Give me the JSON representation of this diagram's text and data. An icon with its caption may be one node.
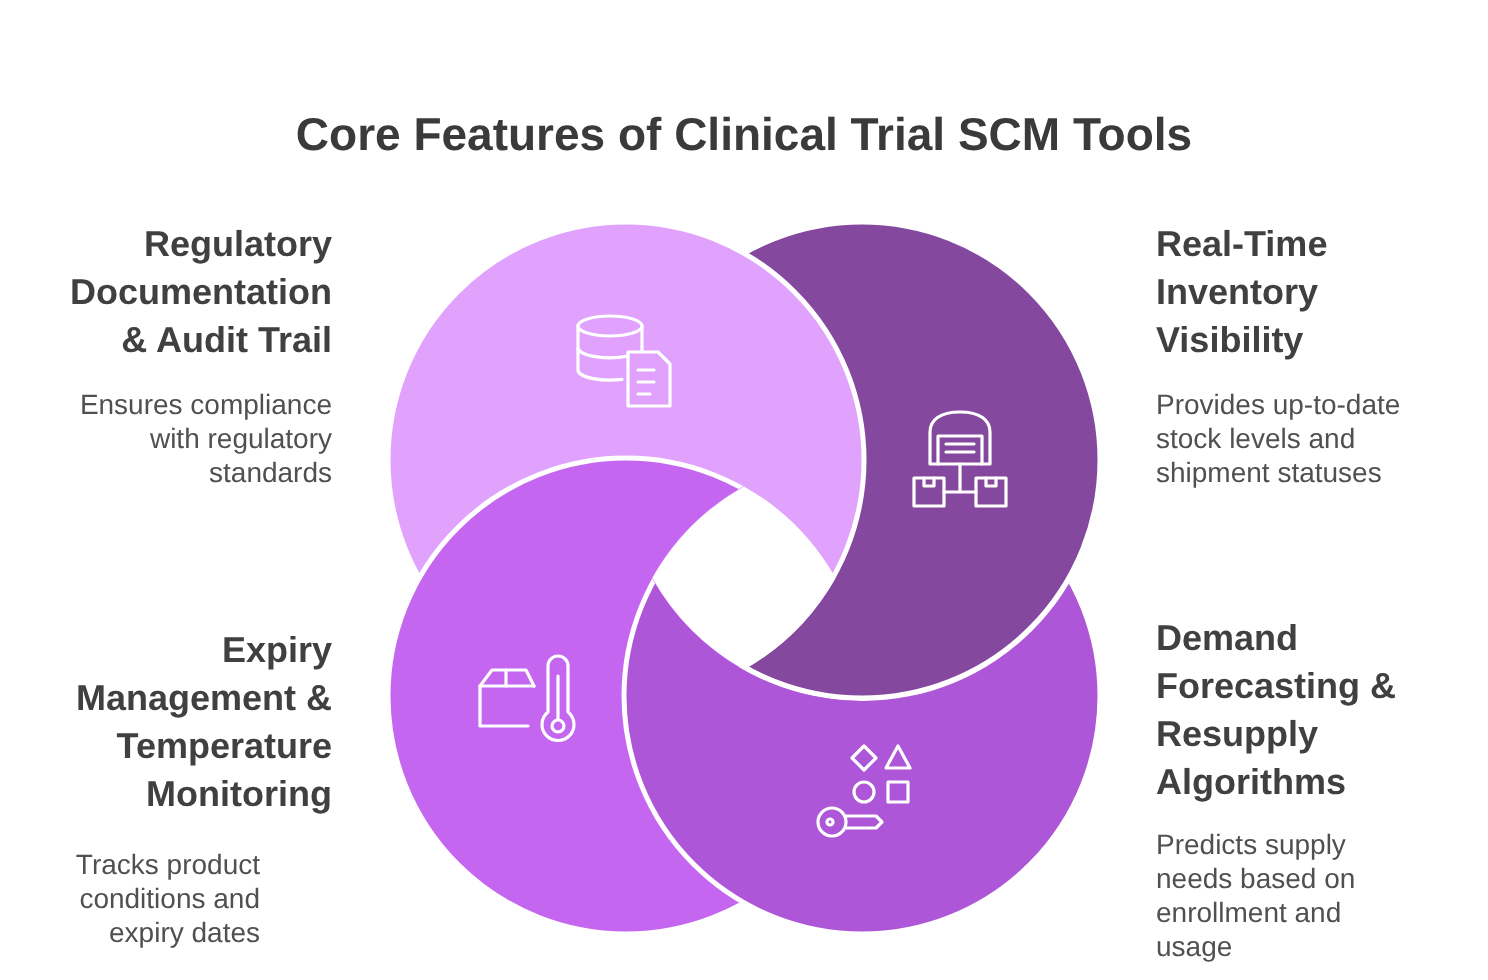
{
  "diagram": {
    "title": "Core Features of Clinical Trial SCM Tools",
    "nodes": [
      {
        "text": [
          "Regulatory Documentation & Audit Trail",
          "Ensures compliance with regulatory standards"
        ]
      },
      {
        "text": [
          "Real-Time Inventory Visibility",
          "Provides up-to-date stock levels and shipment statuses"
        ]
      },
      {
        "text": [
          "Expiry Management & Temperature Monitoring",
          "Tracks product conditions and expiry dates"
        ]
      },
      {
        "text": [
          "Demand Forecasting & Resupply Algorithms",
          "Predicts supply needs based on enrollment and usage"
        ]
      }
    ]
  }
}
